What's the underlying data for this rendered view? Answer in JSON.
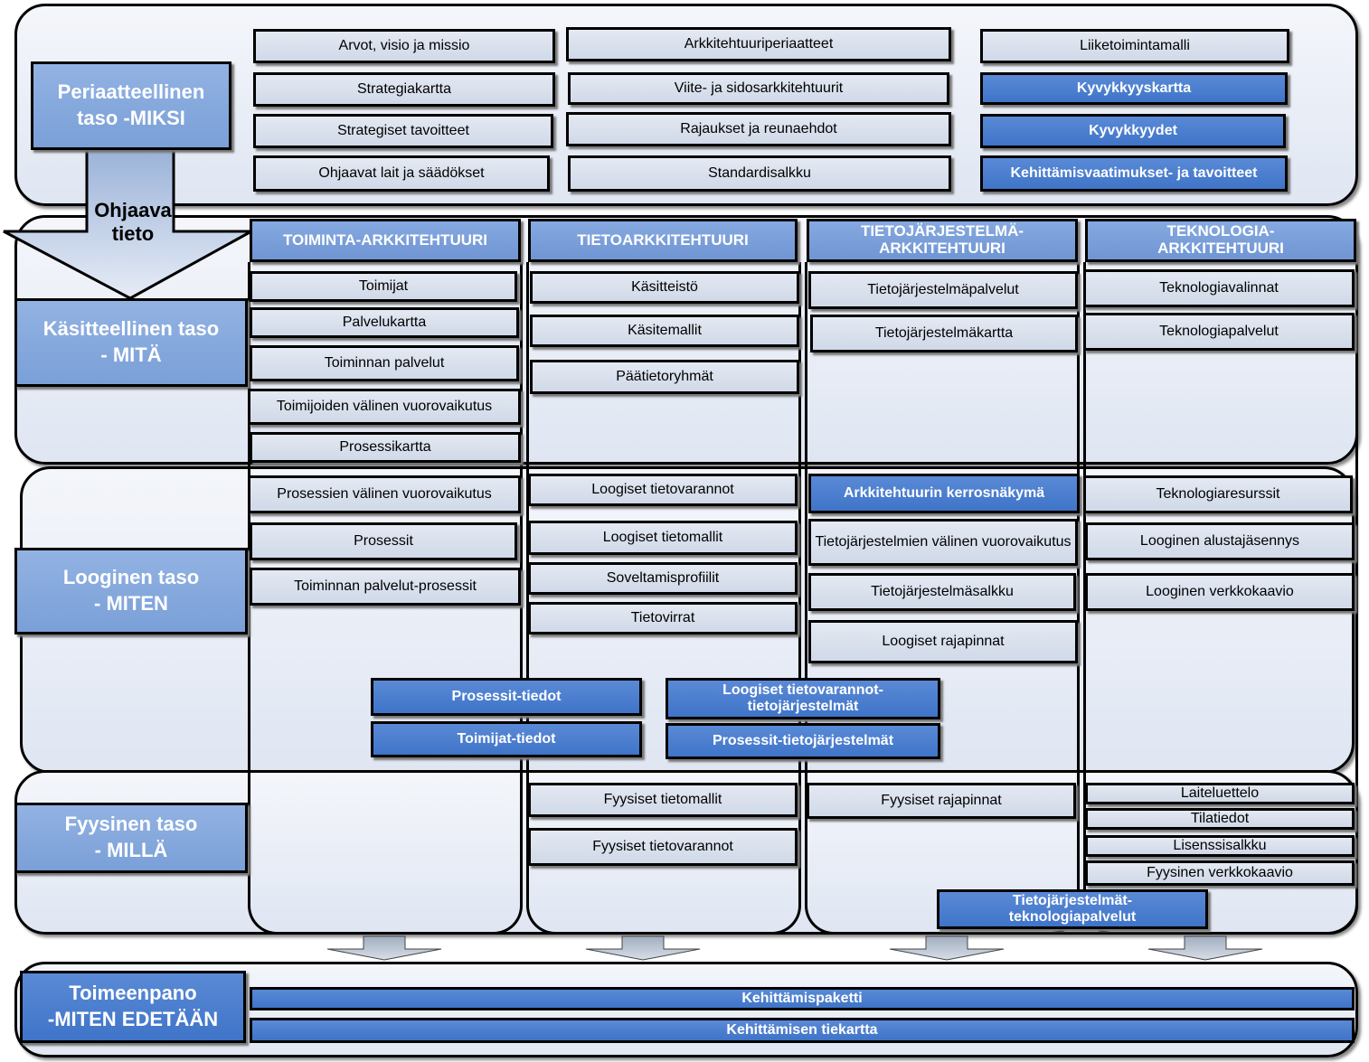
{
  "principle_level": {
    "label": "Periaatteellinen\ntaso -MIKSI",
    "col1": [
      "Arvot, visio ja missio",
      "Strategiakartta",
      "Strategiset tavoitteet",
      "Ohjaavat lait ja säädökset"
    ],
    "col2": [
      "Arkkitehtuuriperiaatteet",
      "Viite- ja sidosarkkitehtuurit",
      "Rajaukset ja reunaehdot",
      "Standardisalkku"
    ],
    "col3": [
      "Liiketoimintamalli",
      "Kyvykkyyskartta",
      "Kyvykkyydet",
      "Kehittämisvaatimukset- ja tavoitteet"
    ]
  },
  "guiding_arrow_label": "Ohjaava\ntieto",
  "headers": [
    "TOIMINTA-ARKKITEHTUURI",
    "TIETOARKKITEHTUURI",
    "TIETOJÄRJESTELMÄ-\nARKKITEHTUURI",
    "TEKNOLOGIA-\nARKKITEHTUURI"
  ],
  "conceptual_level": {
    "label": "Käsitteellinen taso\n- MITÄ",
    "toiminta": [
      "Toimijat",
      "Palvelukartta",
      "Toiminnan palvelut",
      "Toimijoiden välinen vuorovaikutus",
      "Prosessikartta"
    ],
    "tieto": [
      "Käsitteistö",
      "Käsitemallit",
      "Päätietoryhmät"
    ],
    "tietojarjestelma": [
      "Tietojärjestelmäpalvelut",
      "Tietojärjestelmäkartta"
    ],
    "teknologia": [
      "Teknologiavalinnat",
      "Teknologiapalvelut"
    ]
  },
  "logical_level": {
    "label": "Looginen taso\n- MITEN",
    "toiminta": [
      "Prosessien välinen vuorovaikutus",
      "Prosessit",
      "Toiminnan palvelut-prosessit"
    ],
    "tieto": [
      "Loogiset tietovarannot",
      "Loogiset tietomallit",
      "Soveltamisprofiilit",
      "Tietovirrat"
    ],
    "tietojarjestelma": [
      "Arkkitehtuurin kerrosnäkymä",
      "Tietojärjestelmien välinen vuorovaikutus",
      "Tietojärjestelmäsalkku",
      "Loogiset rajapinnat"
    ],
    "teknologia": [
      "Teknologiaresurssit",
      "Looginen alustajäsennys",
      "Looginen verkkokaavio"
    ],
    "cross": [
      "Prosessit-tiedot",
      "Toimijat-tiedot",
      "Loogiset tietovarannot-\ntietojärjestelmät",
      "Prosessit-tietojärjestelmät"
    ]
  },
  "physical_level": {
    "label": "Fyysinen taso\n- MILLÄ",
    "tieto": [
      "Fyysiset tietomallit",
      "Fyysiset tietovarannot"
    ],
    "tietojarjestelma": [
      "Fyysiset rajapinnat"
    ],
    "teknologia": [
      "Laiteluettelo",
      "Tilatiedot",
      "Lisenssisalkku",
      "Fyysinen verkkokaavio"
    ],
    "cross": [
      "Tietojärjestelmät-\nteknologiapalvelut"
    ]
  },
  "execution_level": {
    "label": "Toimeenpano\n-MITEN EDETÄÄN",
    "bars": [
      "Kehittämispaketti",
      "Kehittämisen tiekartta"
    ]
  },
  "colors": {
    "dark_box": "#3f74c8",
    "header": "#6f95d3",
    "light_box": "#d0d9e8",
    "band": "#dfe6f2"
  }
}
